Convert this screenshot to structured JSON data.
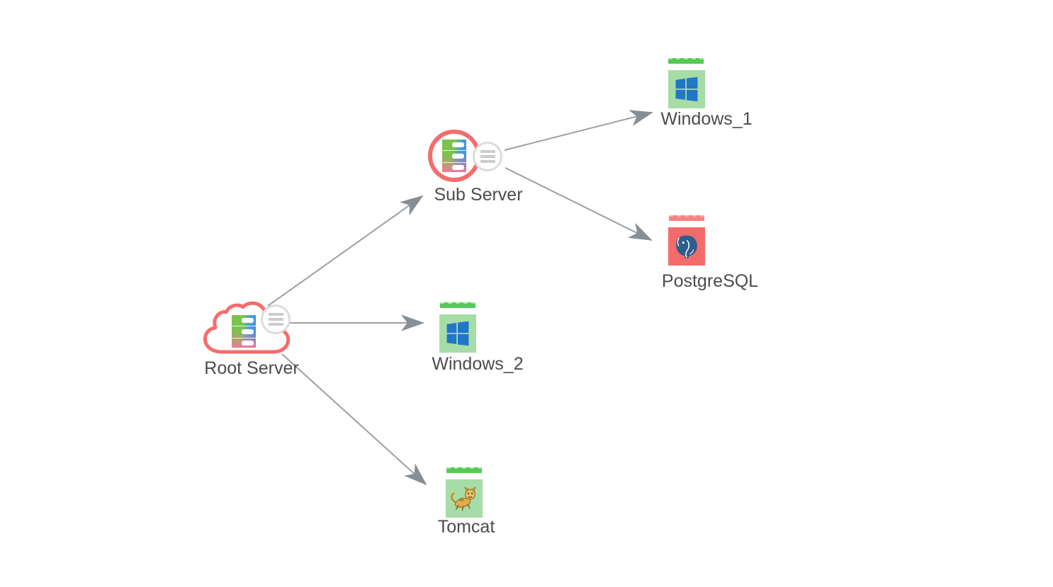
{
  "view": {
    "name": "Network topology",
    "background": "#ffffff"
  },
  "nodes": [
    {
      "label": "Root Server",
      "icon": "server-stack-icon",
      "shape": "cloud-outline",
      "outline_color": "#f56c6c",
      "has_menu": true
    },
    {
      "label": "Sub Server",
      "icon": "server-stack-icon",
      "shape": "circle-outline",
      "outline_color": "#f56c6c",
      "has_menu": true
    },
    {
      "label": "Windows_1",
      "icon": "windows-icon",
      "status": "ok",
      "tile_color": "#a6dda6",
      "bar_color": "#55c955"
    },
    {
      "label": "PostgreSQL",
      "icon": "postgresql-icon",
      "status": "critical",
      "tile_color": "#f56b6b",
      "bar_color": "#f58383"
    },
    {
      "label": "Windows_2",
      "icon": "windows-icon",
      "status": "ok",
      "tile_color": "#a6dda6",
      "bar_color": "#55c955"
    },
    {
      "label": "Tomcat",
      "icon": "tomcat-icon",
      "status": "ok",
      "tile_color": "#a6dda6",
      "bar_color": "#55c955"
    }
  ],
  "edges": [
    {
      "from": "Root Server",
      "to": "Sub Server"
    },
    {
      "from": "Root Server",
      "to": "Windows_2"
    },
    {
      "from": "Root Server",
      "to": "Tomcat"
    },
    {
      "from": "Sub Server",
      "to": "Windows_1"
    },
    {
      "from": "Sub Server",
      "to": "PostgreSQL"
    }
  ],
  "colors": {
    "edge_line": "#9aa0a5",
    "arrowhead": "#878e94",
    "label_text": "#4c4c4c",
    "highlight_red": "#f56c6c",
    "ok_green": "#55c955",
    "crit_red": "#f56b6b",
    "windows_blue": "#2176c7",
    "postgres_blue": "#2e5e8c"
  }
}
